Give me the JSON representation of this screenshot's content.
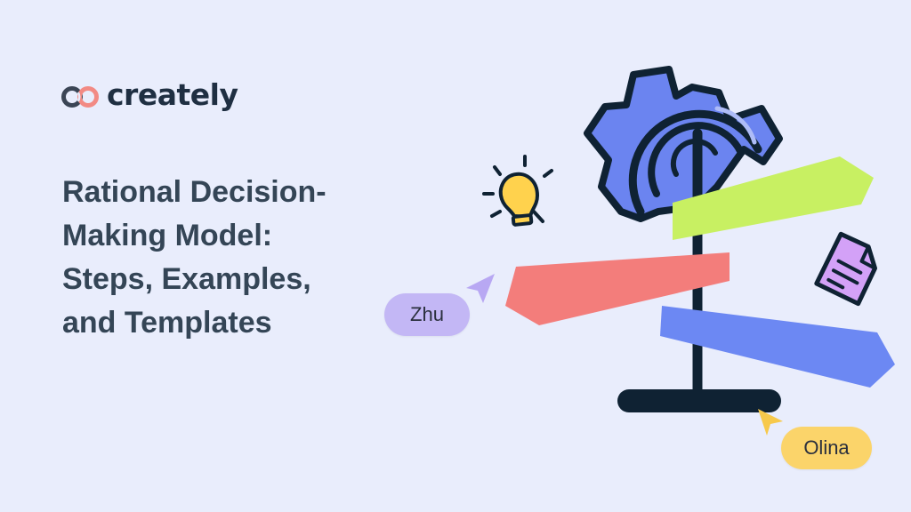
{
  "brand": {
    "name": "creately"
  },
  "headline": {
    "lines": [
      "Rational Decision-",
      "Making Model:",
      "Steps, Examples,",
      "and Templates"
    ]
  },
  "collaborators": [
    {
      "name": "Zhu",
      "color": "#c3b7f5",
      "cursor_color": "#b8a8f3"
    },
    {
      "name": "Olina",
      "color": "#fbd46a",
      "cursor_color": "#f7c94b"
    }
  ],
  "illustration": {
    "icons": [
      "gear-icon",
      "signpost-icon",
      "lightbulb-icon",
      "document-icon"
    ],
    "colors": {
      "gear": "#6b84f0",
      "outline": "#0f2233",
      "sign_green": "#c8f062",
      "sign_red": "#f37d7b",
      "sign_blue": "#6c88f3",
      "lightbulb": "#ffd24d",
      "document": "#d3a1f7"
    }
  },
  "background_color": "#e9edfc"
}
